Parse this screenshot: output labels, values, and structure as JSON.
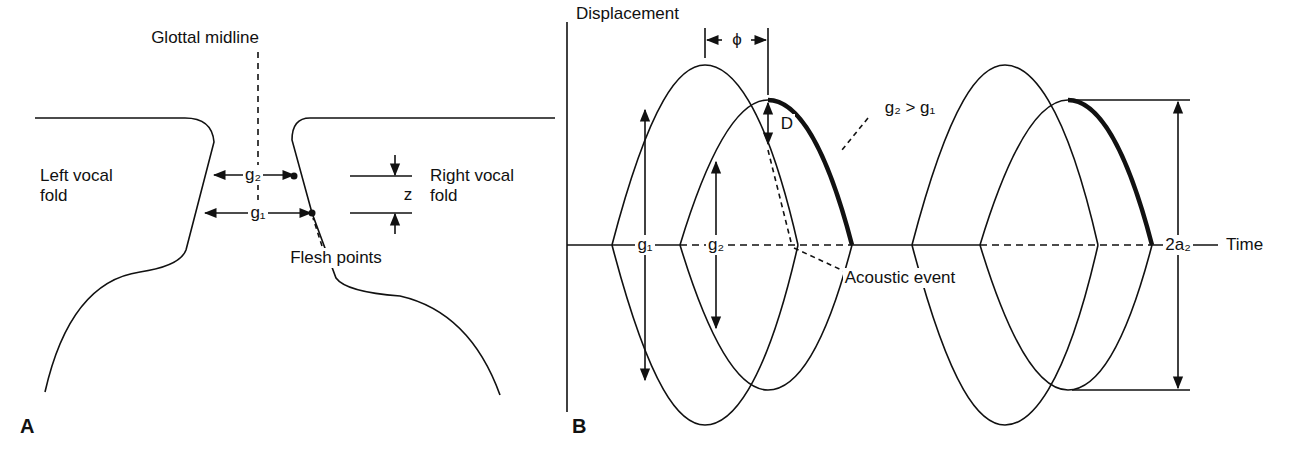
{
  "diagram": {
    "labels": [
      "Glottal midline",
      "Left vocal fold",
      "Right vocal fold",
      "g₂",
      "g₁",
      "z",
      "Flesh points",
      "A",
      "Displacement",
      "ϕ",
      "g₂ > g₁",
      "D",
      "g₁",
      "g₂",
      "Acoustic event",
      "2a₂",
      "Time",
      "B"
    ]
  }
}
